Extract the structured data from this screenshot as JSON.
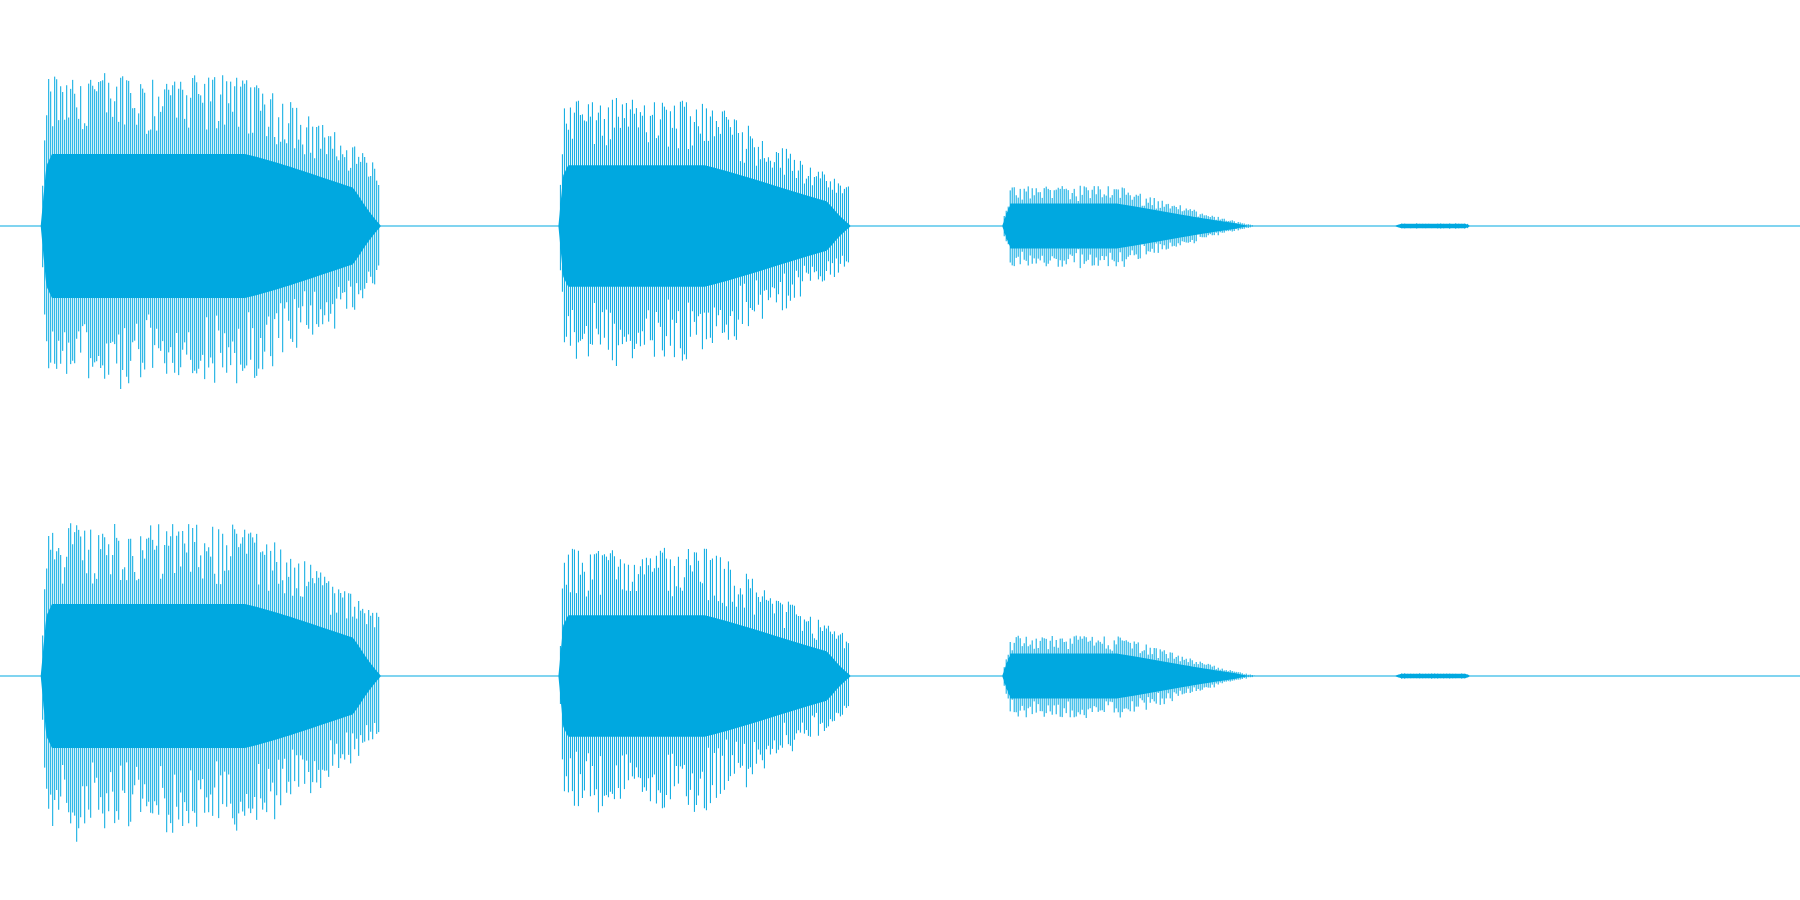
{
  "waveform": {
    "color": "#00a8e0",
    "background": "#ffffff",
    "channels": [
      {
        "name": "channel-1",
        "bursts": [
          {
            "start": 0.0226,
            "end": 0.2117,
            "peak": 0.68,
            "attack": 0.02,
            "decay_from": 0.6,
            "decay_to": 0.55,
            "core": 0.32
          },
          {
            "start": 0.3102,
            "end": 0.4728,
            "peak": 0.57,
            "attack": 0.02,
            "decay_from": 0.5,
            "decay_to": 0.4,
            "core": 0.27
          },
          {
            "start": 0.5568,
            "end": 0.6983,
            "peak": 0.18,
            "attack": 0.03,
            "decay_from": 0.45,
            "decay_to": 0.0,
            "core": 0.1
          },
          {
            "start": 0.7743,
            "end": 0.8176,
            "peak": 0.012,
            "attack": 0.1,
            "decay_from": 0.9,
            "decay_to": 0.8,
            "core": 0.01
          }
        ]
      },
      {
        "name": "channel-2",
        "bursts": [
          {
            "start": 0.0226,
            "end": 0.2117,
            "peak": 0.68,
            "attack": 0.02,
            "decay_from": 0.6,
            "decay_to": 0.55,
            "core": 0.32
          },
          {
            "start": 0.3102,
            "end": 0.4728,
            "peak": 0.57,
            "attack": 0.02,
            "decay_from": 0.5,
            "decay_to": 0.4,
            "core": 0.27
          },
          {
            "start": 0.5568,
            "end": 0.6983,
            "peak": 0.18,
            "attack": 0.03,
            "decay_from": 0.45,
            "decay_to": 0.0,
            "core": 0.1
          },
          {
            "start": 0.7743,
            "end": 0.8176,
            "peak": 0.012,
            "attack": 0.1,
            "decay_from": 0.9,
            "decay_to": 0.8,
            "core": 0.01
          }
        ]
      }
    ]
  }
}
